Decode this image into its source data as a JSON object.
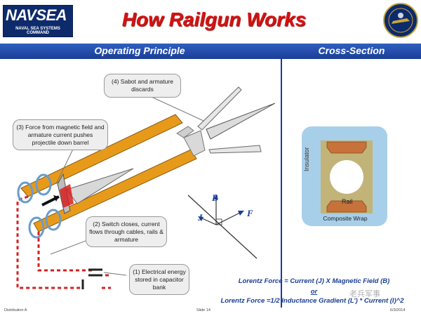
{
  "header": {
    "logo_text": "NAVSEA",
    "logo_subtext": "NAVAL SEA SYSTEMS COMMAND",
    "title": "How Railgun Works"
  },
  "sections": {
    "left_heading": "Operating Principle",
    "right_heading": "Cross-Section"
  },
  "callouts": {
    "sabot": "(4) Sabot and armature discards",
    "force": "(3) Force from magnetic field and armature current pushes projectile down barrel",
    "switch": "(2) Switch closes, current flows through cables, rails & armature",
    "energy": "(1) Electrical energy stored in capacitor bank"
  },
  "vectors": {
    "b": "B",
    "j": "J",
    "f": "F"
  },
  "cross_section": {
    "insulator": "Insulator",
    "rail": "Rail",
    "wrap": "Composite Wrap"
  },
  "equations": {
    "line1": "Lorentz Force = Current (J) X Magnetic Field (B)",
    "or": "or",
    "line2": "Lorentz Force =1/2 Inductance Gradient (L’) * Current (I)^2"
  },
  "footer": {
    "left": "Distribution A",
    "center": "Slide 14",
    "right": "6/3/2014"
  },
  "watermark": "老兵军事",
  "colors": {
    "title": "#d31313",
    "band": "#1a3e96",
    "rail": "#e79a1a",
    "circuit": "#d62020"
  }
}
